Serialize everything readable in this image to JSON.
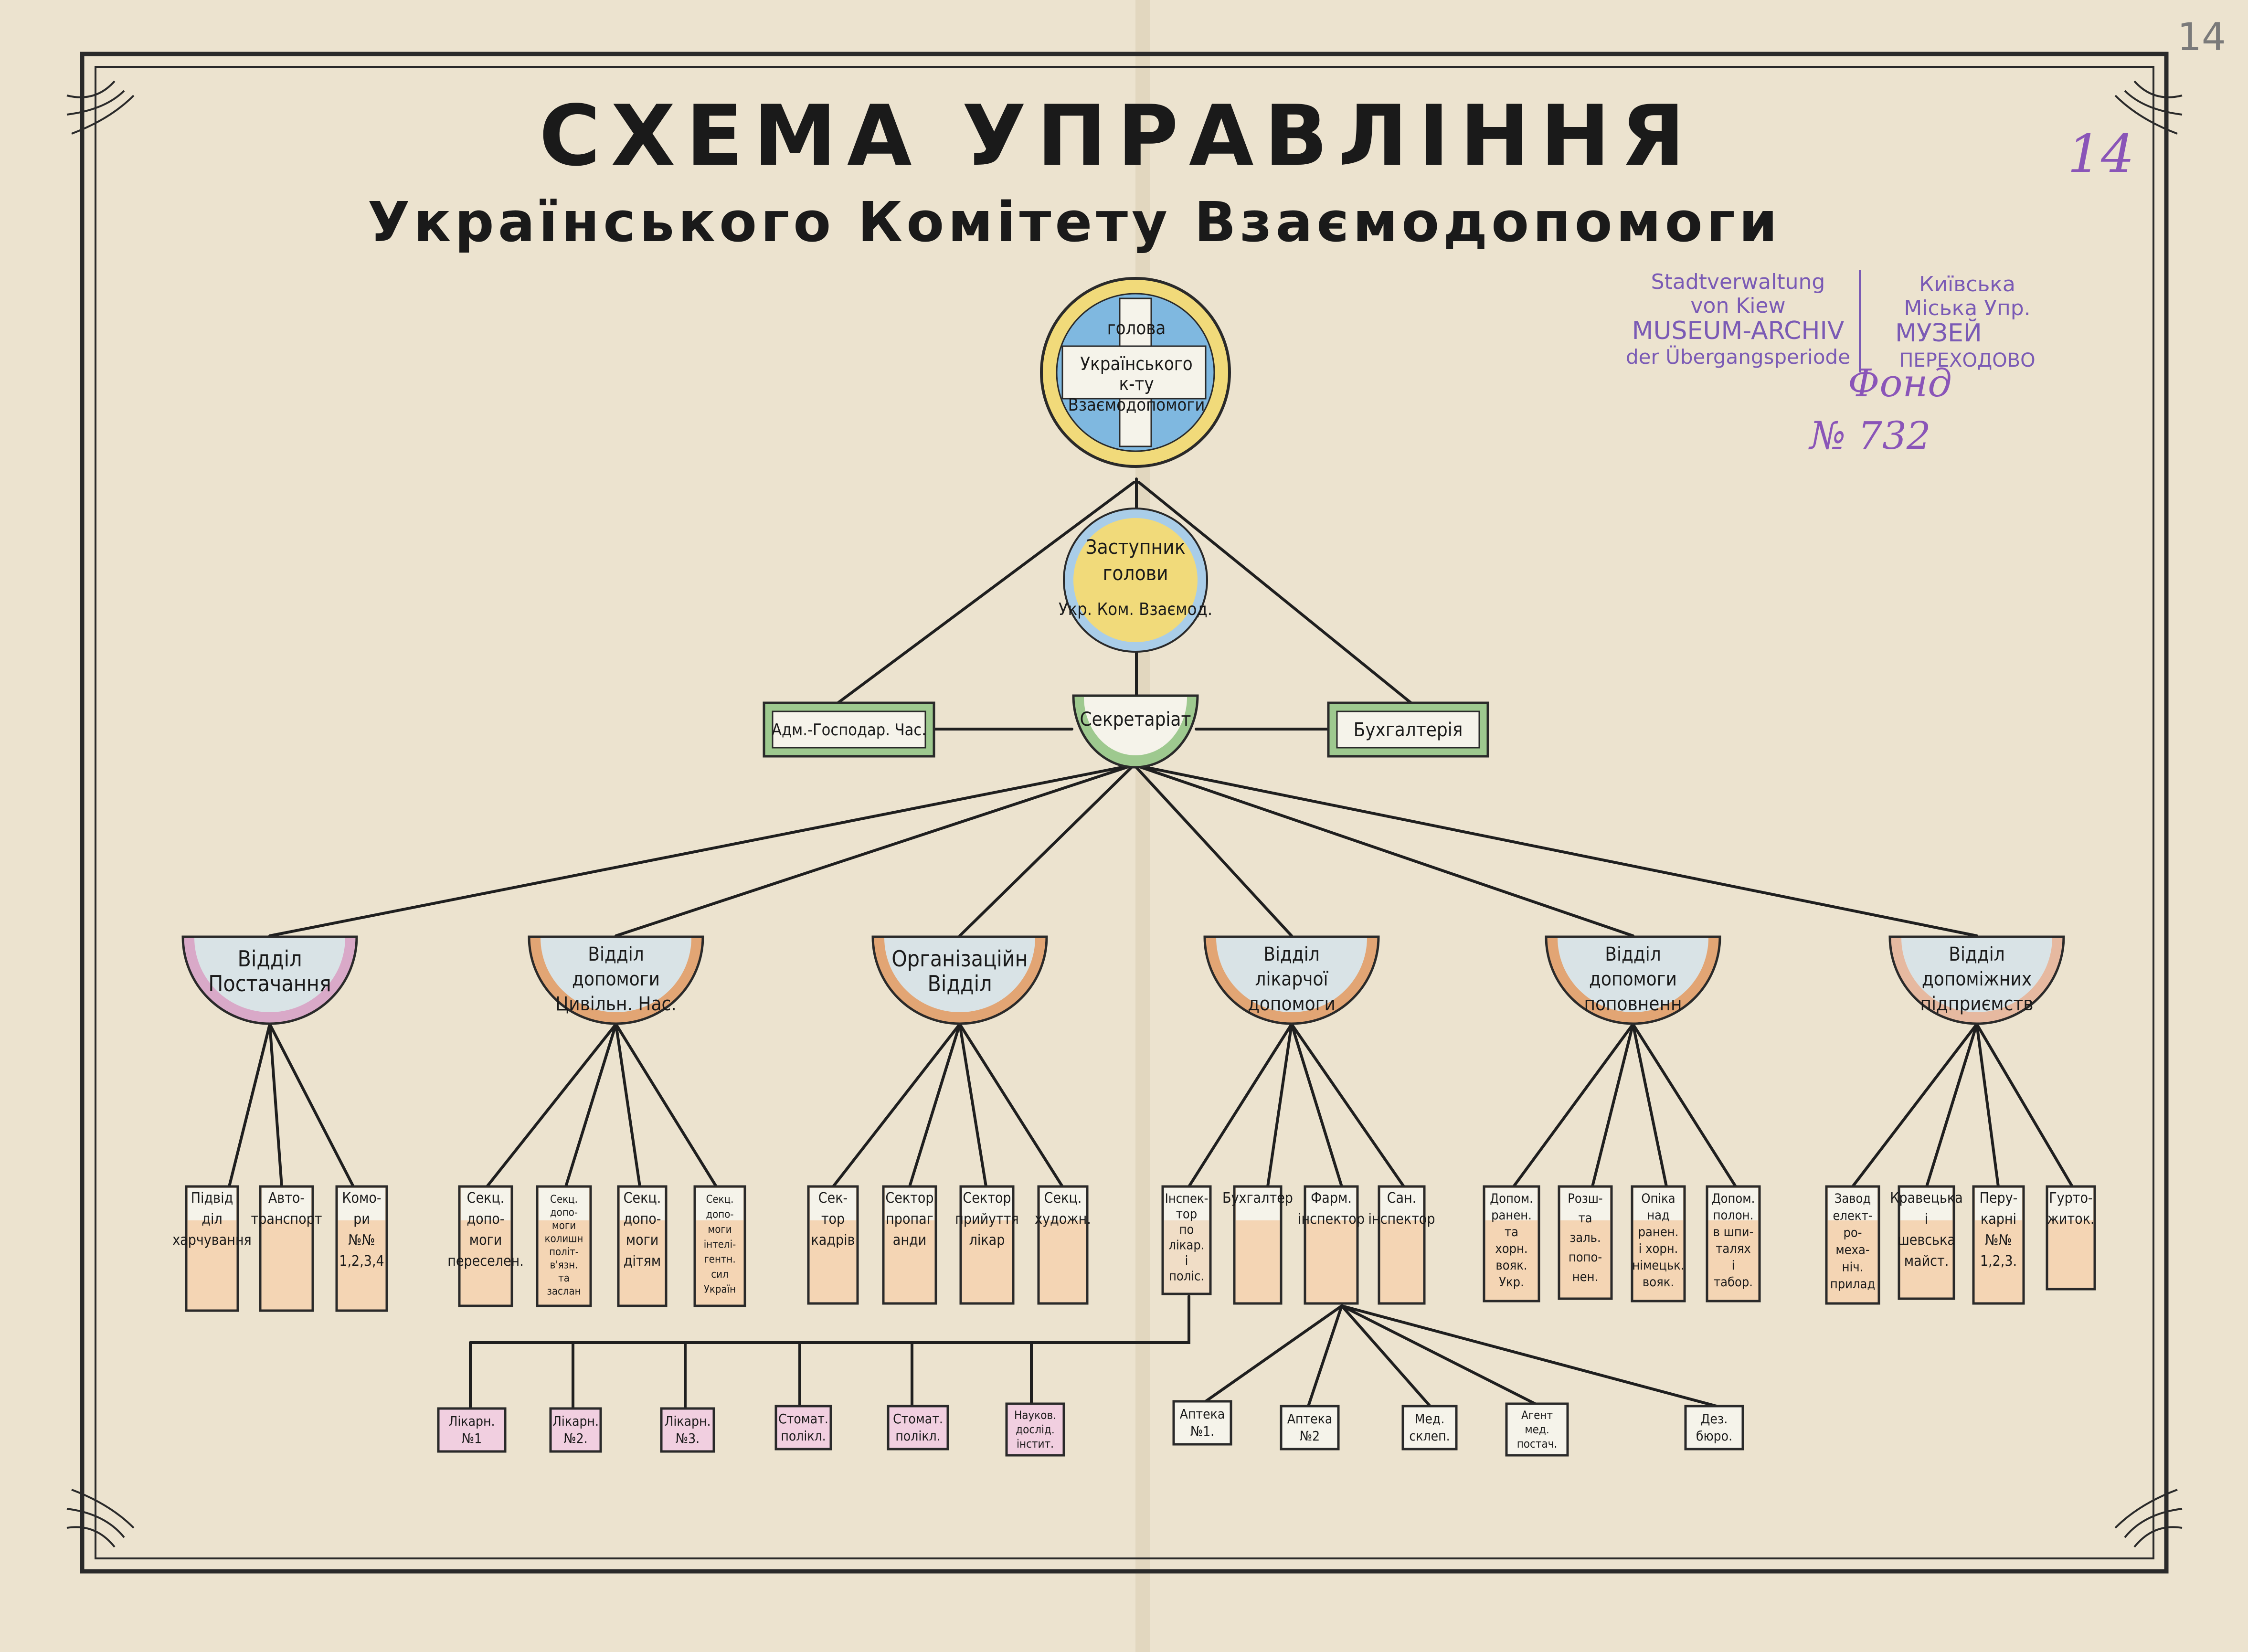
{
  "title": {
    "line1": "СХЕМА УПРАВЛІННЯ",
    "line2": "Українського Комітету Взаємодопомоги"
  },
  "page_marks": {
    "corner_number": "14",
    "second_number": "14"
  },
  "stamp": {
    "de_line1": "Stadtverwaltung",
    "de_line2": "von Kiew",
    "de_line3": "MUSEUM-ARCHIV",
    "de_line4": "der Übergangsperiode",
    "ua_line1": "Київська",
    "ua_line2": "Міська Упр.",
    "ua_line3": "МУЗЕЙ",
    "ua_line4": "ПЕРЕХОДОВО",
    "ink_line1": "Фонд",
    "ink_line2": "№ 732"
  },
  "head": {
    "lines": [
      "голова",
      "Українського",
      "к-ту",
      "Взаємодопомоги"
    ]
  },
  "deputy": {
    "lines": [
      "Заступник",
      "голови",
      "Укр. Ком. Взаємод."
    ]
  },
  "secretariat": {
    "label": "Секретаріат"
  },
  "admin": {
    "label": "Адм.-Господар. Час."
  },
  "accounting": {
    "label": "Бухгалтерія"
  },
  "departments": [
    {
      "lines": [
        "Відділ",
        "Постачання"
      ]
    },
    {
      "lines": [
        "Відділ",
        "допомоги",
        "Цивільн. Нас."
      ]
    },
    {
      "lines": [
        "Організаційн",
        "Відділ"
      ]
    },
    {
      "lines": [
        "Відділ",
        "лікарчої",
        "допомоги"
      ]
    },
    {
      "lines": [
        "Відділ",
        "допомоги",
        "поповненн"
      ]
    },
    {
      "lines": [
        "Відділ",
        "допоміжних",
        "підприємств"
      ]
    }
  ],
  "sub_units": [
    {
      "lines": [
        "Підвід",
        "діл",
        "харчування"
      ]
    },
    {
      "lines": [
        "Авто-",
        "транспорт"
      ]
    },
    {
      "lines": [
        "Комо-",
        "ри",
        "№№",
        "1,2,3,4"
      ]
    },
    {
      "lines": [
        "Секц.",
        "допо-",
        "моги",
        "переселен."
      ]
    },
    {
      "lines": [
        "Секц.",
        "допо-",
        "моги",
        "колишн",
        "політ-",
        "в'язн.",
        "та",
        "заслан"
      ]
    },
    {
      "lines": [
        "Секц.",
        "допо-",
        "моги",
        "дітям"
      ]
    },
    {
      "lines": [
        "Секц.",
        "допо-",
        "моги",
        "інтелі-",
        "гентн.",
        "сил",
        "Україн"
      ]
    },
    {
      "lines": [
        "Сек-",
        "тор",
        "кадрів"
      ]
    },
    {
      "lines": [
        "Сектор",
        "пропаг",
        "анди"
      ]
    },
    {
      "lines": [
        "Сектор",
        "прийуття",
        "лікар"
      ]
    },
    {
      "lines": [
        "Секц.",
        "художн."
      ]
    },
    {
      "lines": [
        "Інспек-",
        "тор",
        "по",
        "лікар.",
        "і",
        "поліс."
      ]
    },
    {
      "lines": [
        "Бухгалтер"
      ]
    },
    {
      "lines": [
        "Фарм.",
        "інспектор"
      ]
    },
    {
      "lines": [
        "Сан.",
        "інспектор"
      ]
    },
    {
      "lines": [
        "Допом.",
        "ранен.",
        "та",
        "хорн.",
        "вояк.",
        "Укр."
      ]
    },
    {
      "lines": [
        "Розш-",
        "та",
        "заль.",
        "попо-",
        "нен."
      ]
    },
    {
      "lines": [
        "Опіка",
        "над",
        "ранен.",
        "і хорн.",
        "німецьк.",
        "вояк."
      ]
    },
    {
      "lines": [
        "Допом.",
        "полон.",
        "в шпи-",
        "талях",
        "і",
        "табор."
      ]
    },
    {
      "lines": [
        "Завод",
        "елект-",
        "ро-",
        "меха-",
        "ніч.",
        "прилад"
      ]
    },
    {
      "lines": [
        "Кравецька",
        "і",
        "шевська",
        "майст."
      ]
    },
    {
      "lines": [
        "Перу-",
        "карні",
        "№№",
        "1,2,3."
      ]
    },
    {
      "lines": [
        "Гурто-",
        "житок."
      ]
    }
  ],
  "facilities": [
    {
      "lines": [
        "Лікарн.",
        "№1"
      ]
    },
    {
      "lines": [
        "Лікарн.",
        "№2."
      ]
    },
    {
      "lines": [
        "Лікарн.",
        "№3."
      ]
    },
    {
      "lines": [
        "Стомат.",
        "полікл."
      ]
    },
    {
      "lines": [
        "Стомат.",
        "полікл."
      ]
    },
    {
      "lines": [
        "Науков.",
        "дослід.",
        "інстит."
      ]
    },
    {
      "lines": [
        "Аптека",
        "№1."
      ]
    },
    {
      "lines": [
        "Аптека",
        "№2"
      ]
    },
    {
      "lines": [
        "Мед.",
        "склеп."
      ]
    },
    {
      "lines": [
        "Агент",
        "мед.",
        "постач."
      ]
    },
    {
      "lines": [
        "Дез.",
        "бюро."
      ]
    }
  ],
  "colors": {
    "paper": "#ece3cf",
    "blue": "#7fb8e0",
    "yellow": "#f1da7a",
    "green": "#9ec98f",
    "orange_fill": "#f4d5b4",
    "pink_fill": "#f1cfe0",
    "stamp": "#7a5ab5"
  }
}
